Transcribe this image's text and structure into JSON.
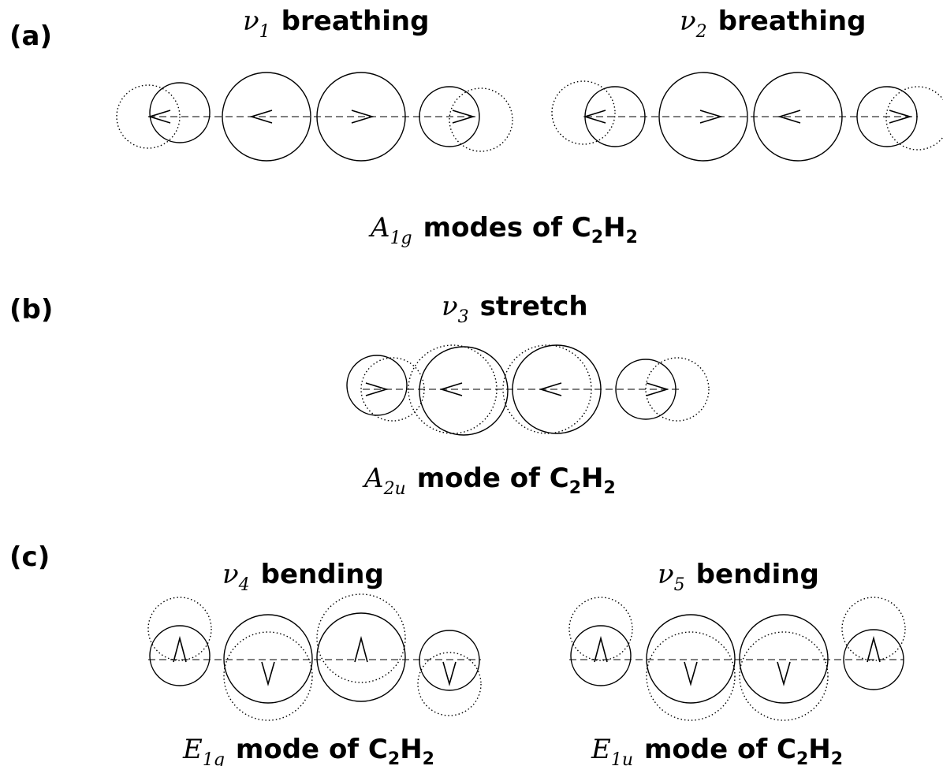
{
  "panels": {
    "a": {
      "label": "(a)",
      "caption": {
        "symbol": "A",
        "subscript": "1g",
        "text": "modes of C",
        "sub1": "2",
        "mid": "H",
        "sub2": "2"
      },
      "modes": [
        {
          "greek": "ν",
          "index": "1",
          "name": "breathing"
        },
        {
          "greek": "ν",
          "index": "2",
          "name": "breathing"
        }
      ]
    },
    "b": {
      "label": "(b)",
      "caption": {
        "symbol": "A",
        "subscript": "2u",
        "text": "mode of C",
        "sub1": "2",
        "mid": "H",
        "sub2": "2"
      },
      "modes": [
        {
          "greek": "ν",
          "index": "3",
          "name": "stretch"
        }
      ]
    },
    "c": {
      "label": "(c)",
      "captions": [
        {
          "symbol": "E",
          "subscript": "1g",
          "text": "mode of C",
          "sub1": "2",
          "mid": "H",
          "sub2": "2"
        },
        {
          "symbol": "E",
          "subscript": "1u",
          "text": "mode of C",
          "sub1": "2",
          "mid": "H",
          "sub2": "2"
        }
      ],
      "modes": [
        {
          "greek": "ν",
          "index": "4",
          "name": "bending"
        },
        {
          "greek": "ν",
          "index": "5",
          "name": "bending"
        }
      ]
    }
  }
}
